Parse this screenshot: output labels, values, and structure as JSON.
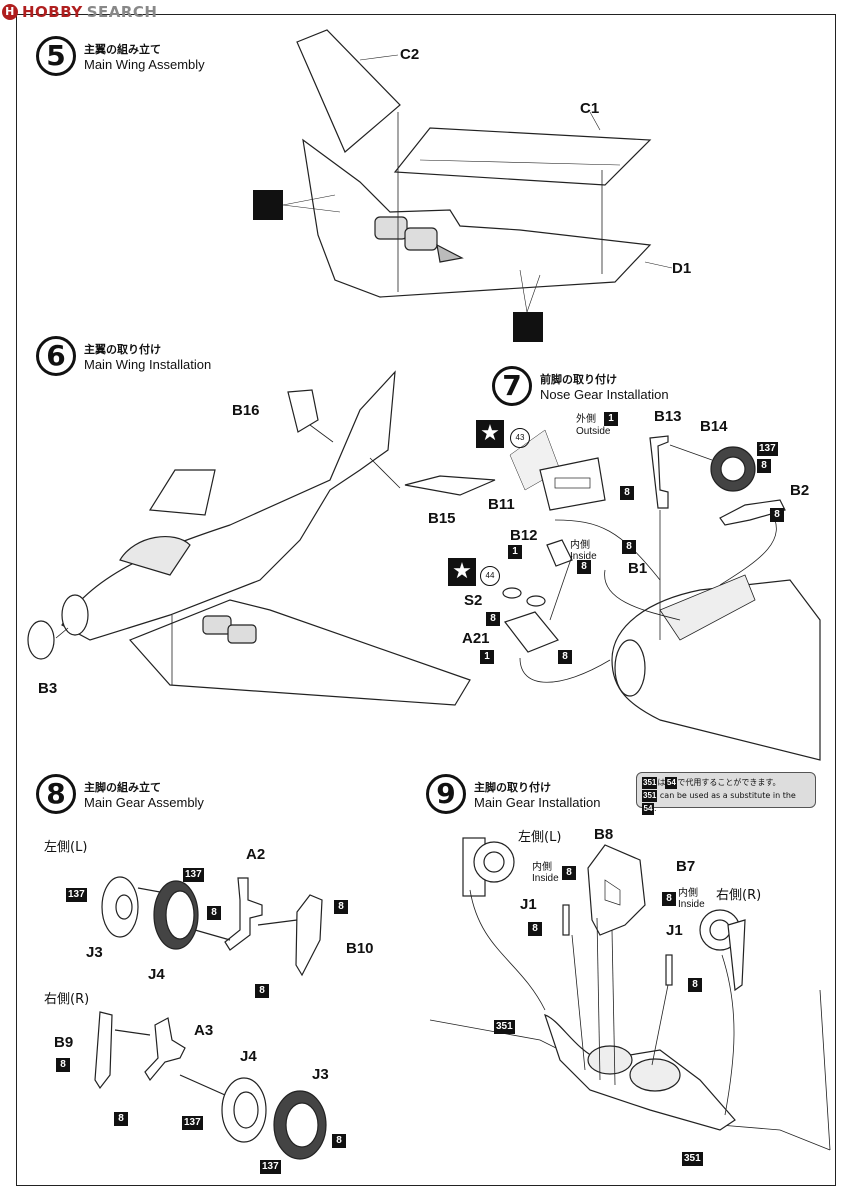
{
  "logo": {
    "brand": "HOBBY",
    "suffix": "SEARCH",
    "mark": "H"
  },
  "steps": [
    {
      "num": "5",
      "jp": "主翼の組み立て",
      "en": "Main Wing Assembly"
    },
    {
      "num": "6",
      "jp": "主翼の取り付け",
      "en": "Main Wing Installation"
    },
    {
      "num": "7",
      "jp": "前脚の取り付け",
      "en": "Nose Gear Installation"
    },
    {
      "num": "8",
      "jp": "主脚の組み立て",
      "en": "Main Gear Assembly"
    },
    {
      "num": "9",
      "jp": "主脚の取り付け",
      "en": "Main Gear Installation"
    }
  ],
  "parts": {
    "c2": "C2",
    "c1": "C1",
    "d1": "D1",
    "b16": "B16",
    "b15": "B15",
    "b3": "B3",
    "b13": "B13",
    "b14": "B14",
    "b11": "B11",
    "b2": "B2",
    "b12": "B12",
    "b1": "B1",
    "s2": "S2",
    "a21": "A21",
    "a2": "A2",
    "b10": "B10",
    "j3a": "J3",
    "j4a": "J4",
    "b9": "B9",
    "a3": "A3",
    "j4b": "J4",
    "j3b": "J3",
    "b8": "B8",
    "b7": "B7",
    "j1a": "J1",
    "j1b": "J1"
  },
  "sides": {
    "left8": "左側(L)",
    "right8": "右側(R)",
    "left9": "左側(L)",
    "right9": "右側(R)",
    "outside_jp": "外側",
    "outside_en": "Outside",
    "inside_jp": "内側",
    "inside_en": "Inside"
  },
  "colors": {
    "c1": "1",
    "c8": "8",
    "c137": "137",
    "c351": "351",
    "c54": "54"
  },
  "decals": {
    "d43": "43",
    "d44": "44",
    "star": "★"
  },
  "note": {
    "line1_pre": "351",
    "line1_mid": "54",
    "line1_text": "で代用することができます。",
    "line2_pre": "351",
    "line2_text": " can be used as a substitute in the ",
    "line2_num": "54",
    "line2_end": "."
  }
}
